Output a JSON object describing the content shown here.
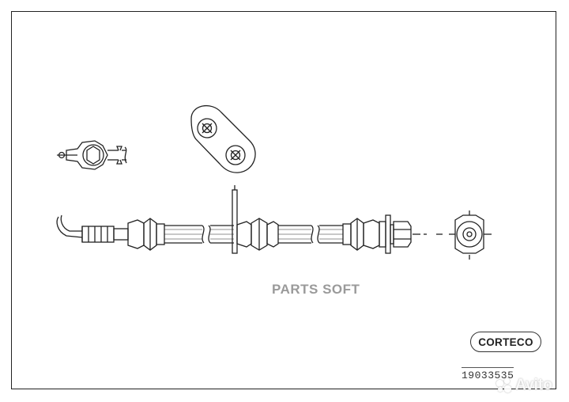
{
  "watermark": {
    "text": "PARTS SOFT"
  },
  "logo": {
    "text": "CORTECO"
  },
  "part_number": {
    "text": "19033535"
  },
  "avito_watermark": {
    "text": "Avito"
  },
  "colors": {
    "line": "#222222",
    "watermark": "#9a9a9a"
  }
}
